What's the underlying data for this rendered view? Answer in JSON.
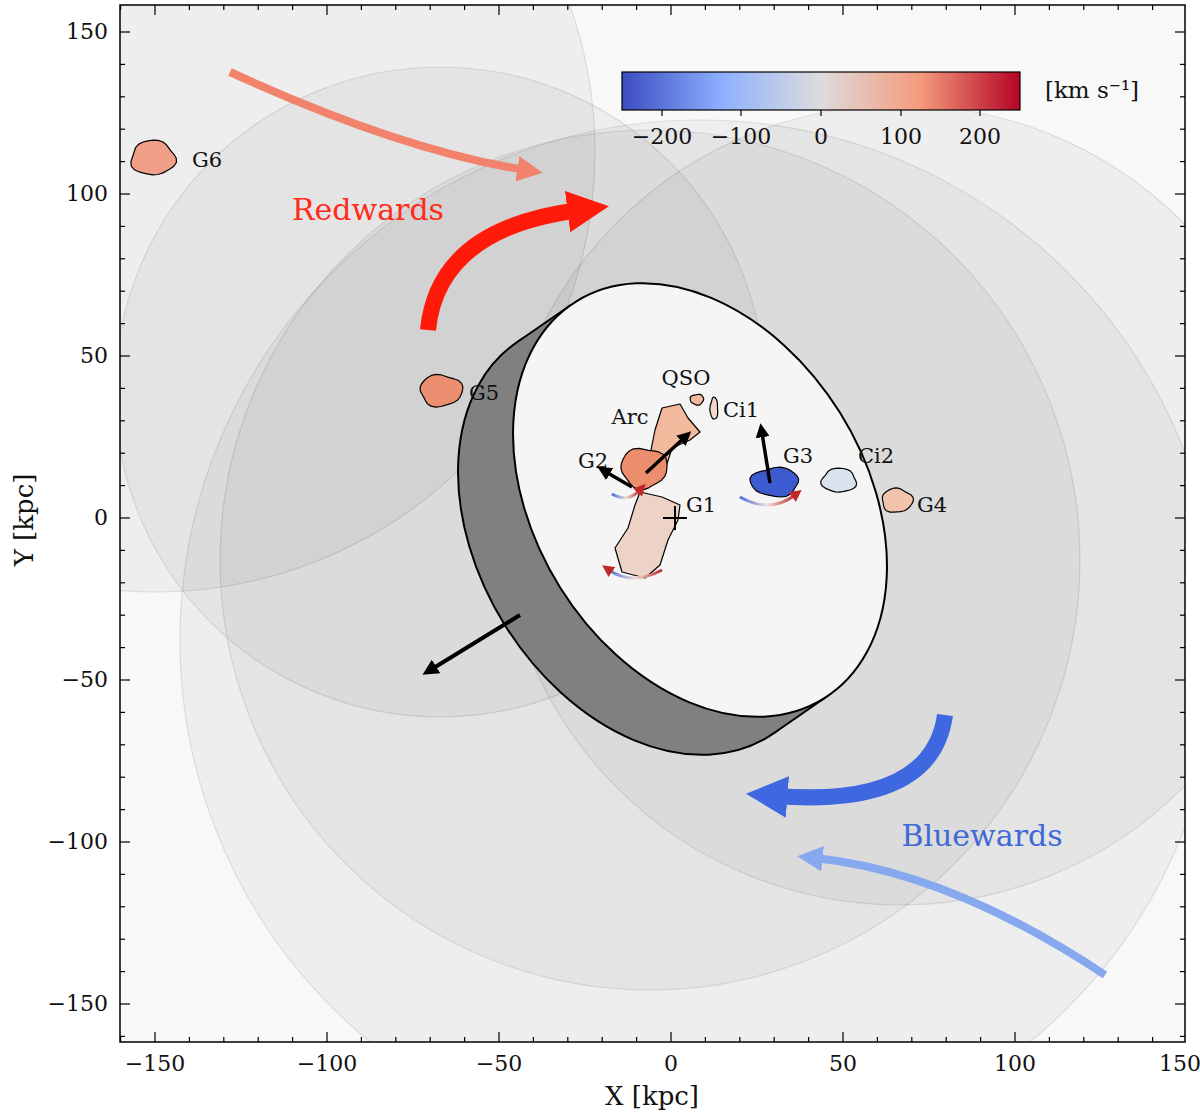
{
  "diagram": {
    "nodes": [
      {
        "text": [
          "G6"
        ]
      },
      {
        "text": [
          "G5"
        ]
      },
      {
        "text": [
          "QSO"
        ]
      },
      {
        "text": [
          "Ci1"
        ]
      },
      {
        "text": [
          "Arc"
        ]
      },
      {
        "text": [
          "G2"
        ]
      },
      {
        "text": [
          "G3"
        ]
      },
      {
        "text": [
          "Ci2"
        ]
      },
      {
        "text": [
          "G4"
        ]
      },
      {
        "text": [
          "G1"
        ]
      }
    ],
    "labels": [
      "150",
      "100",
      "50",
      "0",
      "−50",
      "−100",
      "−150",
      "−150",
      "−100",
      "−50",
      "0",
      "50",
      "100",
      "150",
      "X [kpc]",
      "Y [kpc]",
      "Redwards",
      "Bluewards",
      "−200",
      "−100",
      "0",
      "100",
      "200",
      "[km s⁻¹]"
    ]
  }
}
